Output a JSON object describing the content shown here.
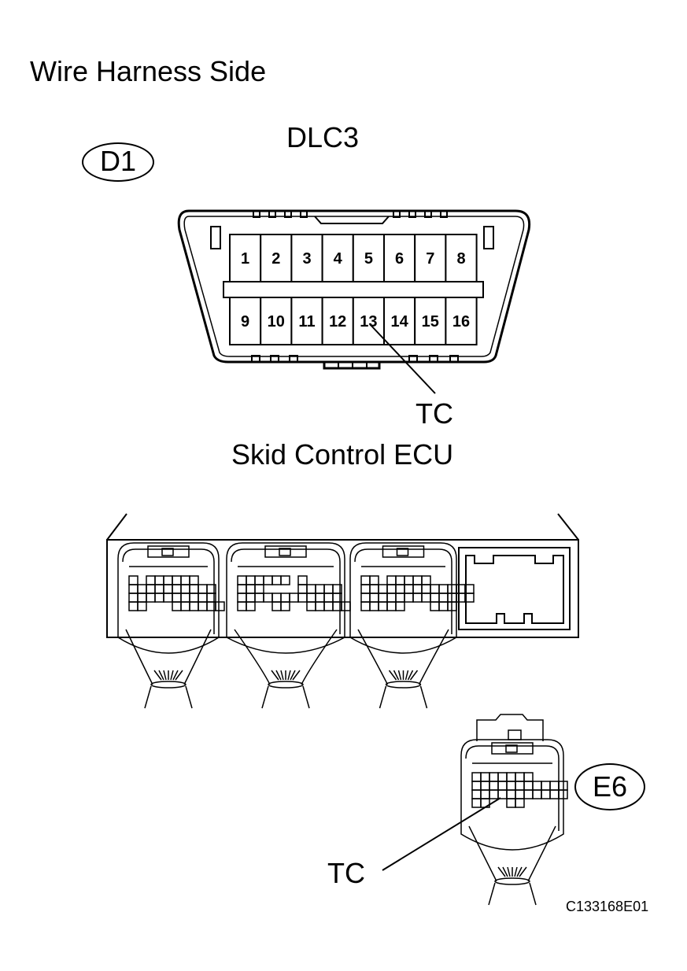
{
  "title": "Wire Harness Side",
  "dlc3": {
    "name": "DLC3",
    "connector_code": "D1",
    "pins_top": [
      "1",
      "2",
      "3",
      "4",
      "5",
      "6",
      "7",
      "8"
    ],
    "pins_bottom": [
      "9",
      "10",
      "11",
      "12",
      "13",
      "14",
      "15",
      "16"
    ],
    "callout": "TC"
  },
  "ecu": {
    "name": "Skid Control ECU",
    "connector_code": "E6",
    "callout": "TC"
  },
  "figure_code": "C133168E01"
}
